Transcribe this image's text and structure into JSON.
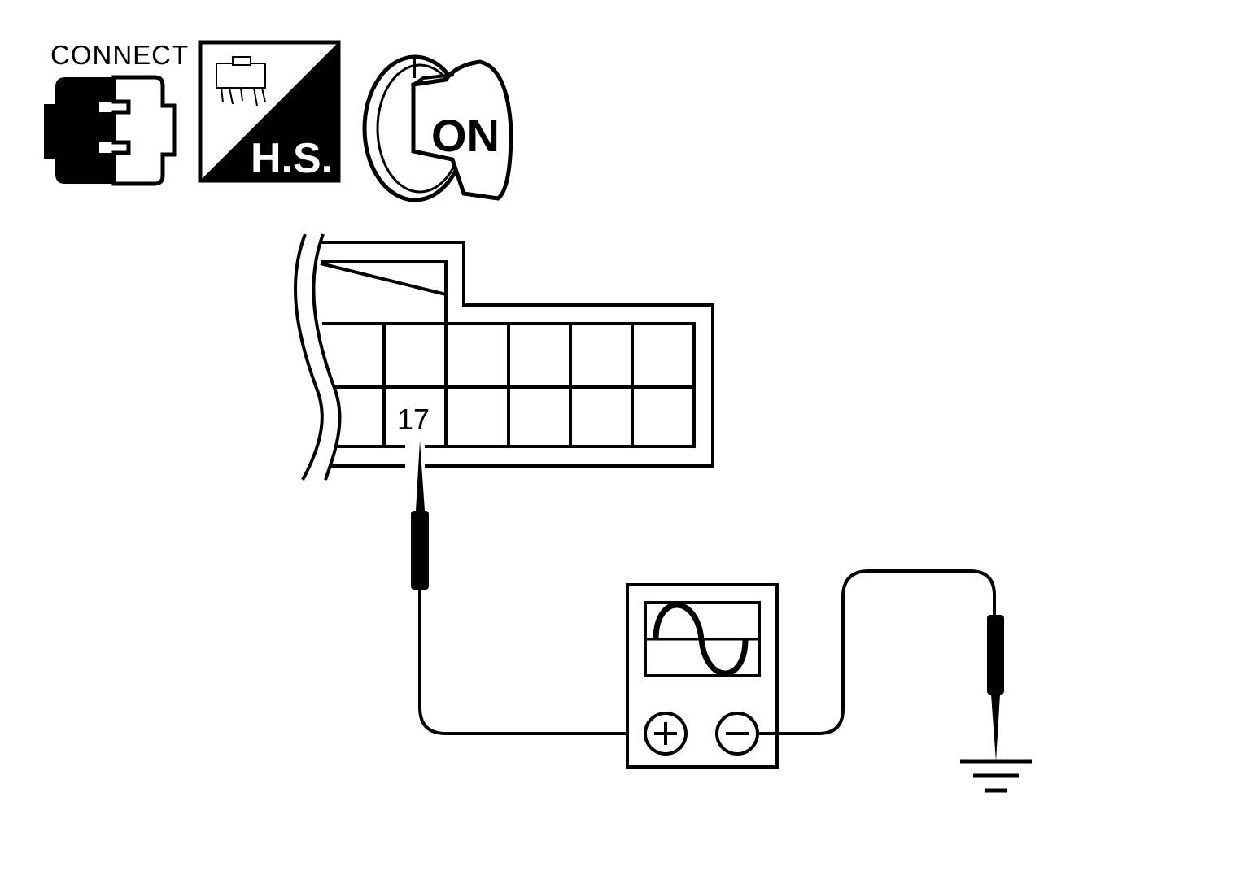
{
  "icons": {
    "connect_label": "CONNECT",
    "harness_side_label": "H.S.",
    "ignition_label": "ON",
    "connect_icon": "connector-connected-icon",
    "harness_side_icon": "harness-side-icon",
    "ignition_icon": "ignition-key-on-icon"
  },
  "connector": {
    "pin_label": "17",
    "rows": 2,
    "columns": 6
  },
  "instrument": {
    "type": "oscilloscope",
    "positive_terminal": "+",
    "negative_terminal": "−"
  },
  "ground": {
    "icon": "ground-symbol-icon"
  },
  "colors": {
    "line": "#000000",
    "background": "#ffffff"
  }
}
